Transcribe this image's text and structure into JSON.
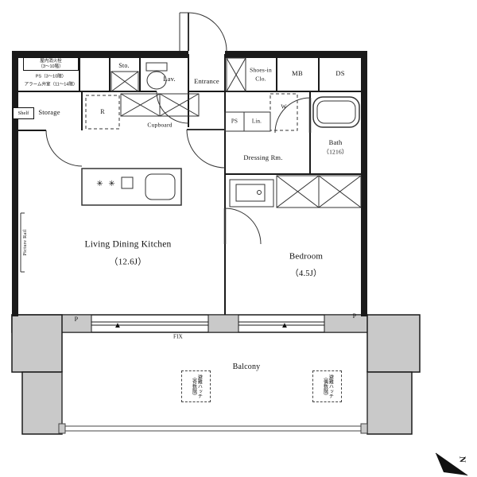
{
  "labels": {
    "fire_box_line1": "屋内消火栓",
    "fire_box_line2": "（3〜10階）",
    "ps_shaft": "PS（3〜10階）",
    "alarm_room": "アラーム弁室（11〜14階）",
    "storage_top": "Sto.",
    "lavatory": "Lav.",
    "entrance": "Entrance",
    "shoes_closet_line1": "Shoes-in",
    "shoes_closet_line2": "Clo.",
    "meter_box": "MB",
    "duct_space": "DS",
    "shelf": "Shelf",
    "storage": "Storage",
    "refrigerator": "R",
    "cupboard": "Cupboard",
    "pipe_space": "PS",
    "linen": "Lin.",
    "washer": "W",
    "bath": "Bath",
    "bath_size": "（1216）",
    "dressing_room": "Dressing Rm.",
    "ldk": "Living Dining Kitchen",
    "ldk_size": "（12.6J）",
    "bedroom": "Bedroom",
    "bedroom_size": "（4.5J）",
    "picture_rail": "Picture Rail",
    "pillar_left": "P",
    "pillar_right": "P",
    "fix_window": "FIX",
    "balcony": "Balcony",
    "hatch_odd": "避難ハッチ（奇数階）",
    "hatch_even": "避難ハッチ（偶数階）",
    "compass_north": "N",
    "window_marker_left": "▲",
    "window_marker_right": "▲"
  },
  "icons": {
    "stove_burners": "✳ ✳"
  },
  "colors": {
    "wall": "#1a1a1a",
    "concrete": "#c9c9c9",
    "line": "#333333",
    "background": "#ffffff"
  }
}
